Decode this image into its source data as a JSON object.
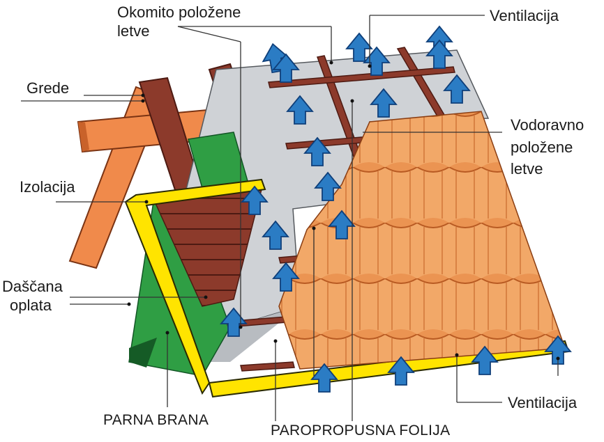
{
  "labels": {
    "okomito_line1": "Okomito položene",
    "okomito_line2": "letve",
    "ventilacija_top": "Ventilacija",
    "grede": "Grede",
    "vodoravno_line1": "Vodoravno",
    "vodoravno_line2": "položene",
    "vodoravno_line3": "letve",
    "izolacija": "Izolacija",
    "dascana_line1": "Daščana",
    "dascana_line2": "oplata",
    "ventilacija_bottom": "Ventilacija",
    "parna_brana": "PARNA BRANA",
    "paropropusna_folija": "PAROPROPUSNA FOLIJA"
  },
  "colors": {
    "beam": "#f08a4b",
    "beam_dark": "#c9622a",
    "rafter": "#8c3a2b",
    "rafter_dark": "#5e2118",
    "board_frame": "#ffe400",
    "insulation": "#2f9e44",
    "membrane": "#cfd2d6",
    "membrane_dark": "#9aa0a6",
    "tile": "#e8914a",
    "tile_dark": "#b85a22",
    "arrow": "#2b7cc4",
    "arrow_dark": "#0f3f7a"
  }
}
